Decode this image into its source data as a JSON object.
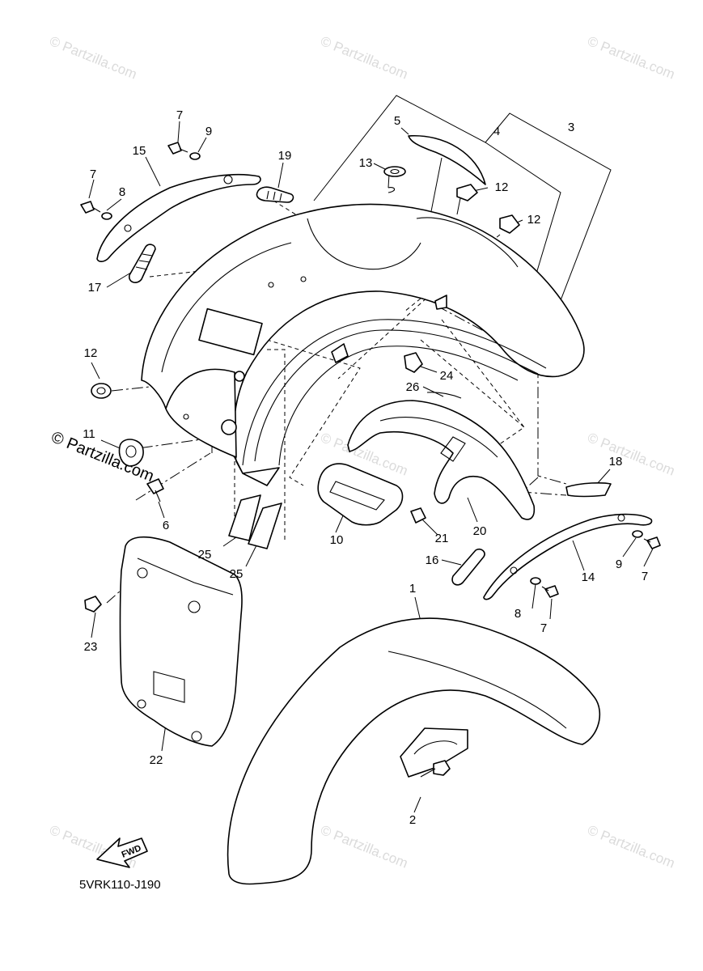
{
  "watermark": {
    "text": "© Partzilla.com",
    "highlight_text": "© Partzilla.com"
  },
  "diagram_code": "5VRK110-J190",
  "direction_label": "FWD",
  "callouts": [
    "1",
    "2",
    "3",
    "4",
    "5",
    "6",
    "7",
    "7",
    "7",
    "7",
    "8",
    "8",
    "9",
    "9",
    "10",
    "11",
    "12",
    "12",
    "12",
    "13",
    "14",
    "15",
    "16",
    "17",
    "18",
    "19",
    "20",
    "21",
    "22",
    "23",
    "24",
    "25",
    "25",
    "26"
  ]
}
